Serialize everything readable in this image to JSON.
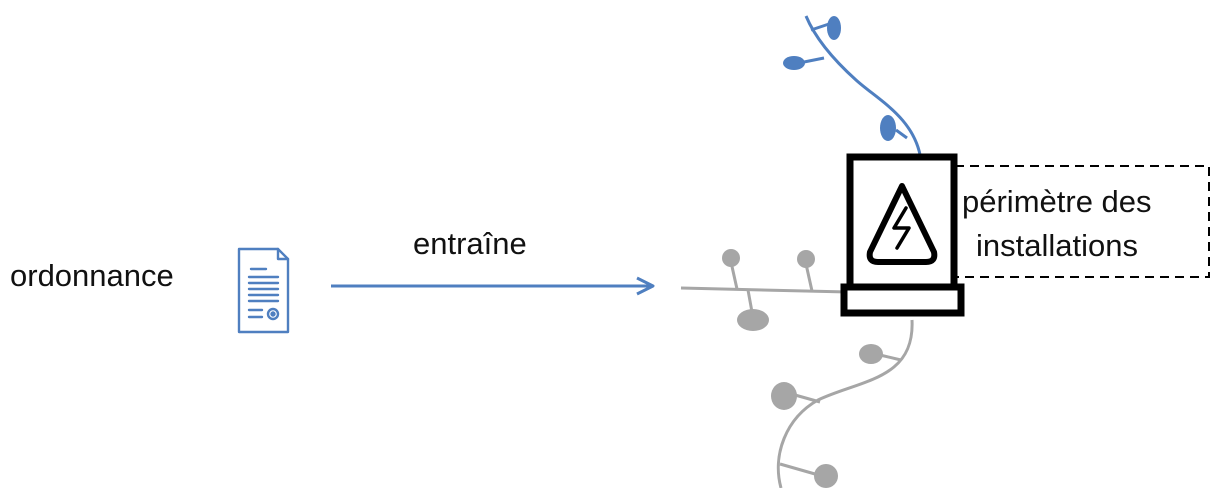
{
  "labels": {
    "source": "ordonnance",
    "arrow": "entraîne",
    "perimeter_line1": "périmètre des",
    "perimeter_line2": "installations"
  },
  "icons": {
    "document": "document-icon",
    "arrow": "arrow-right-icon",
    "substation": "electrical-substation-icon",
    "lightning": "lightning-warning-icon",
    "network_upstream": "network-branch-icon",
    "network_downstream": "network-branch-icon"
  },
  "colors": {
    "text": "#111111",
    "accent_blue": "#4f7fc0",
    "network_grey": "#a6a6a6",
    "substation_black": "#000000",
    "dashed_border": "#000000"
  }
}
